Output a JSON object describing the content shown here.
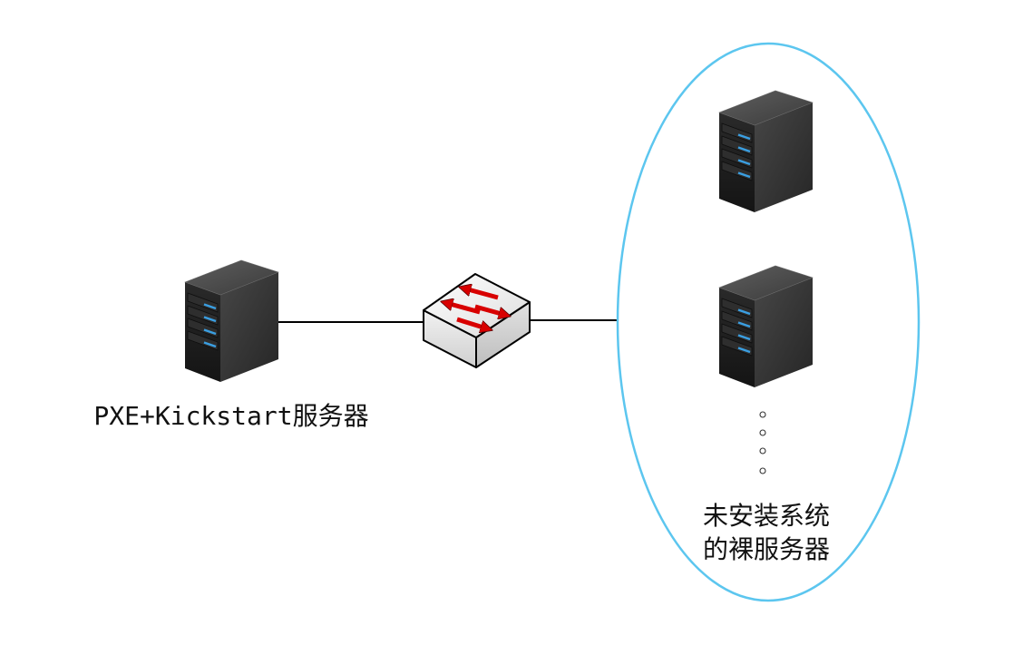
{
  "nodes": {
    "pxe_server": {
      "icon": "server-icon",
      "label": "PXE+Kickstart服务器"
    },
    "switch": {
      "icon": "switch-icon"
    },
    "bare_servers": {
      "icon": "server-icon",
      "count_shown": 2,
      "label_lines": [
        "未安装系统",
        "的裸服务器"
      ]
    }
  },
  "colors": {
    "group_outline": "#5cc6ef",
    "switch_arrows": "#d80000",
    "server_led": "#3a9fe2"
  }
}
